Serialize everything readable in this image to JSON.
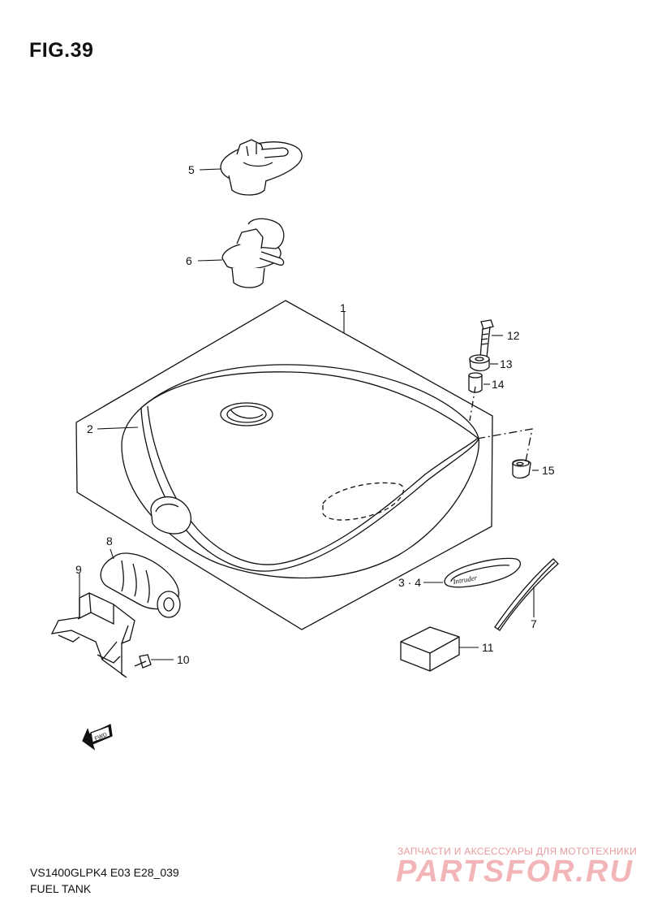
{
  "figure": {
    "title": "FIG.39"
  },
  "callouts": {
    "c1": "1",
    "c2": "2",
    "c34": "3 · 4",
    "c5": "5",
    "c6": "6",
    "c7": "7",
    "c8": "8",
    "c9": "9",
    "c10": "10",
    "c11": "11",
    "c12": "12",
    "c13": "13",
    "c14": "14",
    "c15": "15"
  },
  "emblem_text": "Intruder",
  "fwd_label": "FWD",
  "footer": {
    "model": "VS1400GLPK4 E03 E28_039",
    "caption": "FUEL TANK"
  },
  "watermark": {
    "line1": "ЗАПЧАСТИ И АКСЕССУАРЫ ДЛЯ МОТОТЕХНИКИ",
    "line2": "PARTSFOR.RU"
  }
}
